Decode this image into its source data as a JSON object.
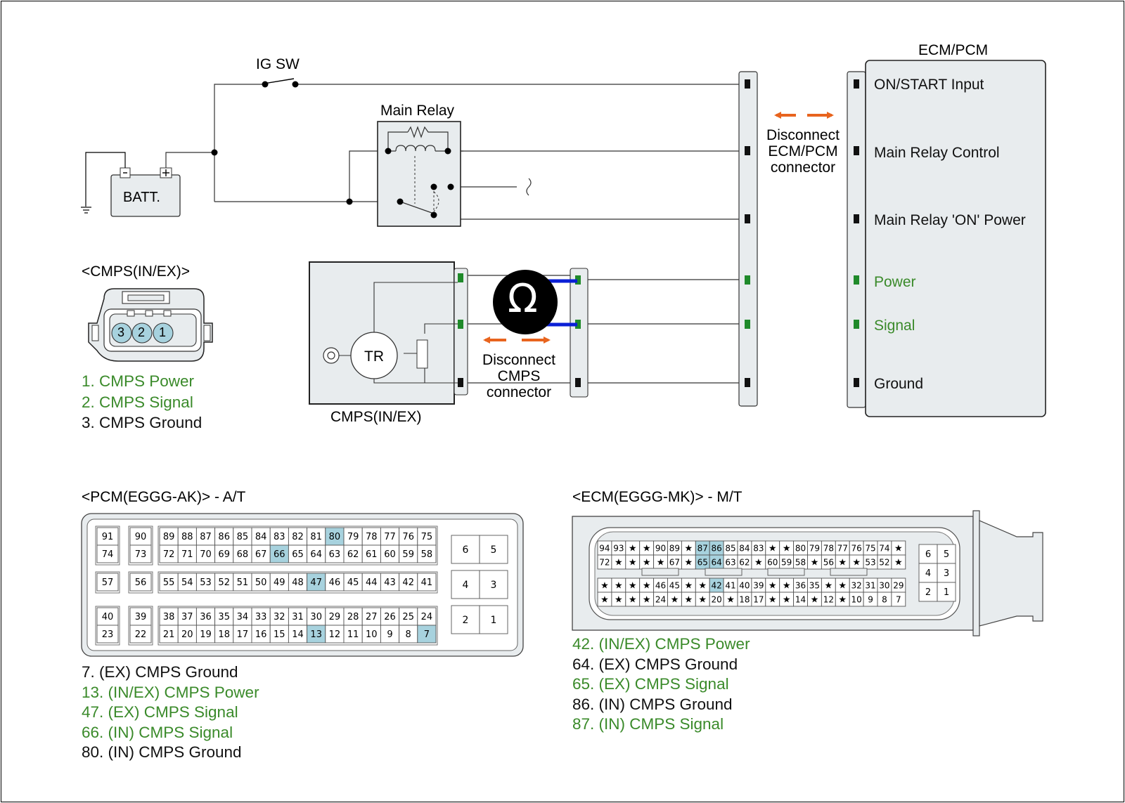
{
  "labels": {
    "ig_sw": "IG SW",
    "main_relay": "Main Relay",
    "ecm_pcm": "ECM/PCM",
    "cmps_face_title": "<CMPS(IN/EX)>",
    "cmps_caption": "CMPS(IN/EX)",
    "ecm_disconnect": [
      "Disconnect",
      "ECM/PCM",
      "connector"
    ],
    "cmps_disconnect": [
      "Disconnect",
      "CMPS",
      "connector"
    ]
  },
  "battery": {
    "label": "BATT."
  },
  "sensor": {
    "inner_label": "TR"
  },
  "meter": {
    "symbol": "Ω"
  },
  "cmps_face": {
    "pins": [
      "3",
      "2",
      "1"
    ]
  },
  "ecm_signals": [
    "ON/START Input",
    "Main Relay Control",
    "Main Relay 'ON' Power",
    "Power",
    "Signal",
    "Ground"
  ],
  "cmps_legend": [
    "1. CMPS Power",
    "2. CMPS Signal",
    "3. CMPS Ground"
  ],
  "colors": {
    "highlight": "#a7d2de",
    "green_text": "#3a8a2a",
    "arrow": "#e8641e",
    "probe": "#0a1fd6",
    "panel": "#e8ecee"
  },
  "pcm": {
    "title": "<PCM(EGGG-AK)> - A/T",
    "highlight": [
      "80",
      "66",
      "47",
      "13",
      "7"
    ],
    "blocks": [
      {
        "rows": [
          [
            "91",
            "90",
            "89",
            "88",
            "87",
            "86",
            "85",
            "84",
            "83",
            "82",
            "81",
            "80",
            "79",
            "78",
            "77",
            "76",
            "75"
          ],
          [
            "74",
            "73",
            "72",
            "71",
            "70",
            "69",
            "68",
            "67",
            "66",
            "65",
            "64",
            "63",
            "62",
            "61",
            "60",
            "59",
            "58"
          ]
        ],
        "side": [
          [
            "6",
            "5"
          ]
        ]
      },
      {
        "rows": [
          [
            "57",
            "56",
            "55",
            "54",
            "53",
            "52",
            "51",
            "50",
            "49",
            "48",
            "47",
            "46",
            "45",
            "44",
            "43",
            "42",
            "41"
          ]
        ],
        "side": [
          [
            "4",
            "3"
          ]
        ]
      },
      {
        "rows": [
          [
            "40",
            "39",
            "38",
            "37",
            "36",
            "35",
            "34",
            "33",
            "32",
            "31",
            "30",
            "29",
            "28",
            "27",
            "26",
            "25",
            "24"
          ],
          [
            "23",
            "22",
            "21",
            "20",
            "19",
            "18",
            "17",
            "16",
            "15",
            "14",
            "13",
            "12",
            "11",
            "10",
            "9",
            "8",
            "7"
          ]
        ],
        "side": [
          [
            "2",
            "1"
          ]
        ]
      }
    ],
    "legend": [
      "7. (EX) CMPS Ground",
      "13. (IN/EX) CMPS Power",
      "47. (EX) CMPS Signal",
      "66. (IN) CMPS Signal",
      "80. (IN) CMPS Ground"
    ]
  },
  "ecm": {
    "title": "<ECM(EGGG-MK)> - M/T",
    "highlight": [
      "87",
      "86",
      "65",
      "64",
      "42"
    ],
    "rows": [
      [
        "94",
        "93",
        "★",
        "★",
        "90",
        "89",
        "★",
        "87",
        "86",
        "85",
        "84",
        "83",
        "★",
        "★",
        "80",
        "79",
        "78",
        "77",
        "76",
        "75",
        "74",
        "★"
      ],
      [
        "72",
        "★",
        "★",
        "★",
        "★",
        "67",
        "★",
        "65",
        "64",
        "63",
        "62",
        "★",
        "60",
        "59",
        "58",
        "★",
        "56",
        "★",
        "★",
        "53",
        "52",
        "★"
      ],
      [
        "★",
        "★",
        "★",
        "★",
        "46",
        "45",
        "★",
        "★",
        "42",
        "41",
        "40",
        "39",
        "★",
        "★",
        "36",
        "35",
        "★",
        "★",
        "32",
        "31",
        "30",
        "29"
      ],
      [
        "★",
        "★",
        "★",
        "★",
        "24",
        "★",
        "★",
        "★",
        "20",
        "★",
        "18",
        "17",
        "★",
        "★",
        "14",
        "★",
        "12",
        "★",
        "10",
        "9",
        "8",
        "7"
      ]
    ],
    "side": [
      [
        "6",
        "5"
      ],
      [
        "4",
        "3"
      ],
      [
        "2",
        "1"
      ]
    ],
    "legend": [
      "42. (IN/EX) CMPS Power",
      "64. (EX) CMPS Ground",
      "65. (EX) CMPS Signal",
      "86. (IN) CMPS Ground",
      "87. (IN) CMPS Signal"
    ]
  }
}
